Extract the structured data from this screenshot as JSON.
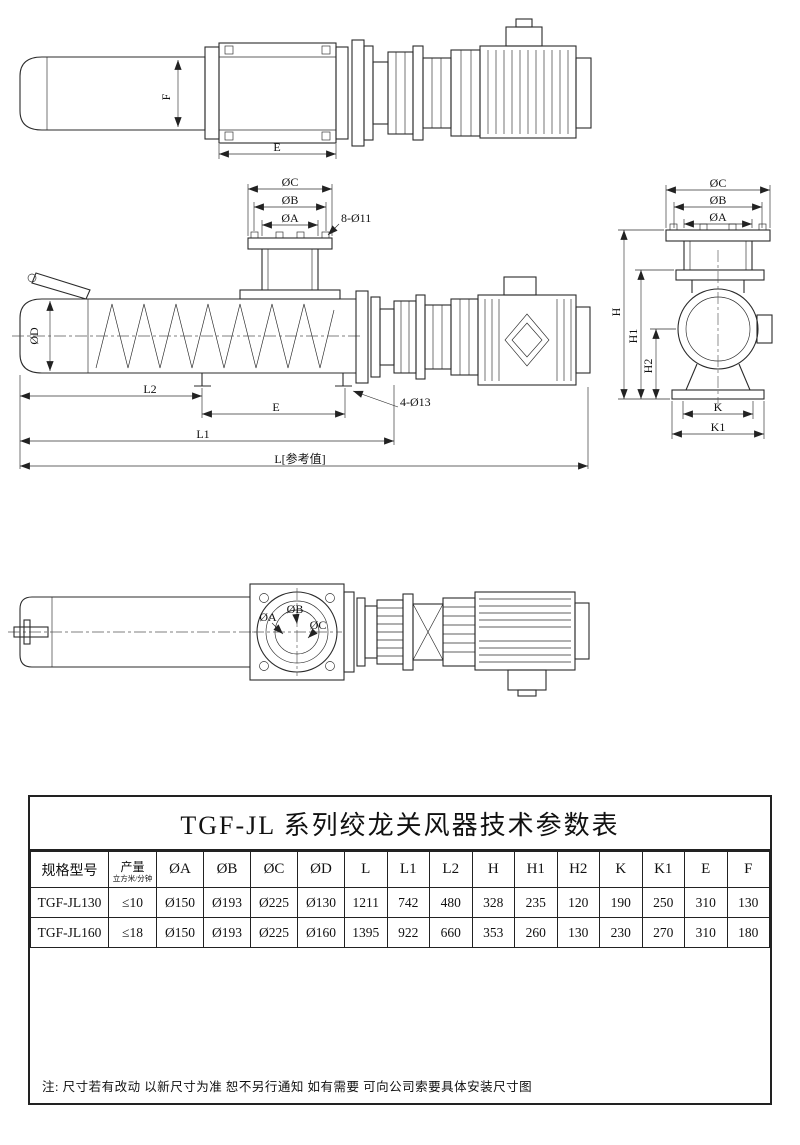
{
  "doc": {
    "note": "注: 尺寸若有改动 以新尺寸为准 恕不另行通知 如有需要 可向公司索要具体安装尺寸图"
  },
  "table": {
    "title": "TGF-JL 系列绞龙关风器技术参数表",
    "headers": [
      "规格型号",
      "产量",
      "ØA",
      "ØB",
      "ØC",
      "ØD",
      "L",
      "L1",
      "L2",
      "H",
      "H1",
      "H2",
      "K",
      "K1",
      "E",
      "F"
    ],
    "capacity_unit": "立方米/分钟",
    "rows": [
      [
        "TGF-JL130",
        "≤10",
        "Ø150",
        "Ø193",
        "Ø225",
        "Ø130",
        "1211",
        "742",
        "480",
        "328",
        "235",
        "120",
        "190",
        "250",
        "310",
        "130"
      ],
      [
        "TGF-JL160",
        "≤18",
        "Ø150",
        "Ø193",
        "Ø225",
        "Ø160",
        "1395",
        "922",
        "660",
        "353",
        "260",
        "130",
        "230",
        "270",
        "310",
        "180"
      ]
    ]
  },
  "labels": {
    "top_view": {
      "f": "F",
      "e": "E"
    },
    "main_view": {
      "oc": "ØC",
      "ob": "ØB",
      "oa": "ØA",
      "bolts_top": "8-Ø11",
      "od": "ØD",
      "l2": "L2",
      "e": "E",
      "bolts_bottom": "4-Ø13",
      "l1": "L1",
      "l_ref": "L[参考值]"
    },
    "end_view": {
      "oc": "ØC",
      "ob": "ØB",
      "oa": "ØA",
      "h": "H",
      "h1": "H1",
      "h2": "H2",
      "k": "K",
      "k1": "K1"
    },
    "plan_view": {
      "oa": "ØA",
      "ob": "ØB",
      "oc": "ØC"
    }
  }
}
